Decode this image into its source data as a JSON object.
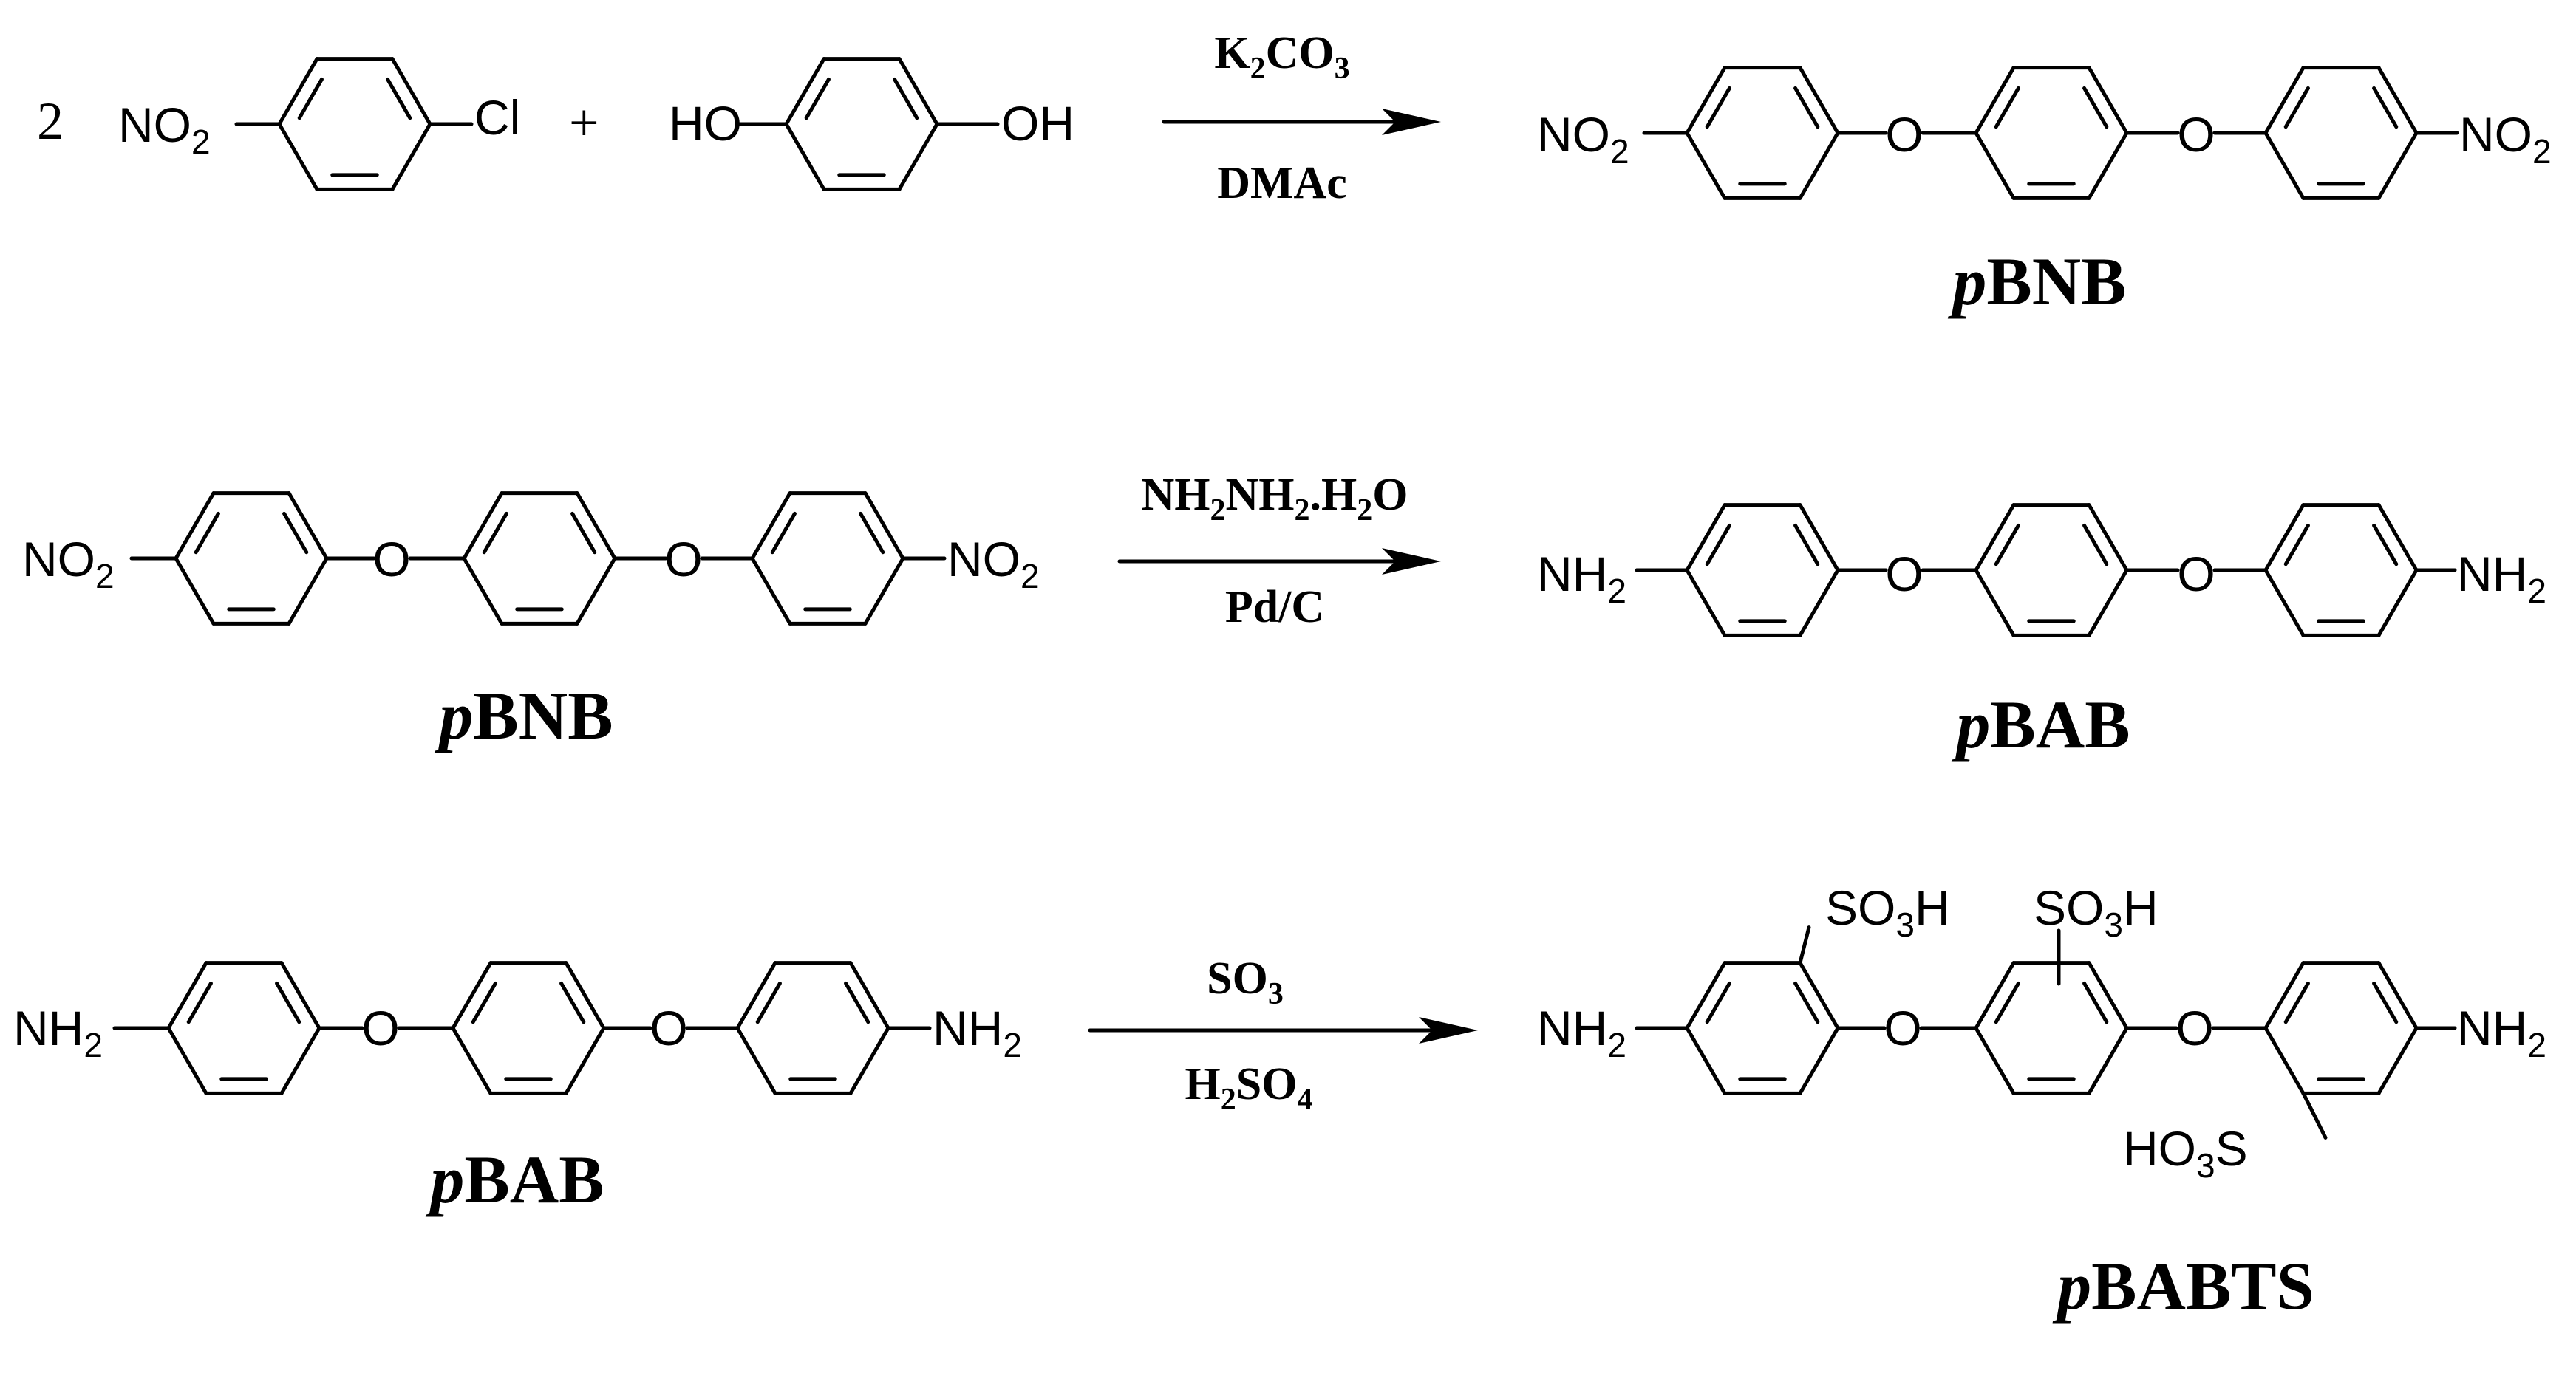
{
  "step1": {
    "coefficient": "2",
    "plus": "+",
    "reactant1": {
      "left": "NO",
      "left_sub": "2",
      "right": "Cl"
    },
    "reactant2": {
      "left": "HO",
      "right": "OH"
    },
    "reagent_above": {
      "a": "K",
      "a_sub": "2",
      "b": "CO",
      "b_sub": "3"
    },
    "reagent_below": "DMAc",
    "product": {
      "left": "NO",
      "left_sub": "2",
      "bridge1": "O",
      "bridge2": "O",
      "right": "NO",
      "right_sub": "2"
    },
    "product_label": {
      "italic": "p",
      "rest": "BNB"
    }
  },
  "step2": {
    "reactant": {
      "left": "NO",
      "left_sub": "2",
      "bridge1": "O",
      "bridge2": "O",
      "right": "NO",
      "right_sub": "2"
    },
    "reactant_label": {
      "italic": "p",
      "rest": "BNB"
    },
    "reagent_above": {
      "a": "NH",
      "a_sub": "2",
      "b": "NH",
      "b_sub": "2",
      "c": ".H",
      "c_sub": "2",
      "d": "O"
    },
    "reagent_below": "Pd/C",
    "product": {
      "left": "NH",
      "left_sub": "2",
      "bridge1": "O",
      "bridge2": "O",
      "right": "NH",
      "right_sub": "2"
    },
    "product_label": {
      "italic": "p",
      "rest": "BAB"
    }
  },
  "step3": {
    "reactant": {
      "left": "NH",
      "left_sub": "2",
      "bridge1": "O",
      "bridge2": "O",
      "right": "NH",
      "right_sub": "2"
    },
    "reactant_label": {
      "italic": "p",
      "rest": "BAB"
    },
    "reagent_above": {
      "a": "SO",
      "a_sub": "3"
    },
    "reagent_below": {
      "a": "H",
      "a_sub": "2",
      "b": "SO",
      "b_sub": "4"
    },
    "product": {
      "left": "NH",
      "left_sub": "2",
      "bridge1": "O",
      "bridge2": "O",
      "right": "NH",
      "right_sub": "2",
      "so3h_a": "SO",
      "so3h_a_sub": "3",
      "so3h_a_end": "H",
      "so3h_b": "SO",
      "so3h_b_sub": "3",
      "so3h_b_end": "H",
      "ho3s": "HO",
      "ho3s_sub": "3",
      "ho3s_end": "S"
    },
    "product_label": {
      "italic": "p",
      "rest": "BABTS"
    }
  }
}
